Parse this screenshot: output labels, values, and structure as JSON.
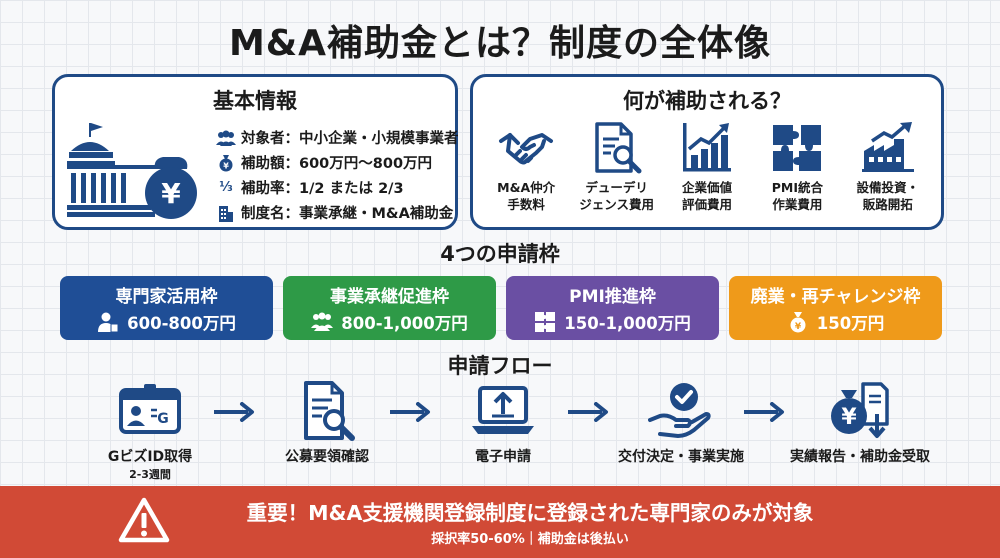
{
  "title": "M&A補助金とは？制度の全体像",
  "basic_info": {
    "heading": "基本情報",
    "items": [
      {
        "icon": "people-icon",
        "text": "対象者：中小企業・小規模事業者"
      },
      {
        "icon": "money-bag-icon",
        "text": "補助額：600万円〜800万円"
      },
      {
        "icon": "fraction-icon",
        "symbol": "⅓",
        "text": "補助率：1/2 または 2/3"
      },
      {
        "icon": "building-icon",
        "text": "制度名：事業承継・M&A補助金"
      }
    ]
  },
  "support": {
    "heading": "何が補助される？",
    "items": [
      {
        "icon": "handshake-icon",
        "label": "M&A仲介\n手数料"
      },
      {
        "icon": "document-search-icon",
        "label": "デューデリ\nジェンス費用"
      },
      {
        "icon": "growth-chart-icon",
        "label": "企業価値\n評価費用"
      },
      {
        "icon": "puzzle-icon",
        "label": "PMI統合\n作業費用"
      },
      {
        "icon": "factory-growth-icon",
        "label": "設備投資・\n販路開拓"
      }
    ]
  },
  "frames": {
    "heading": "4つの申請枠",
    "items": [
      {
        "name": "専門家活用枠",
        "amount": "600-800万円",
        "color": "#1f4e96",
        "icon": "expert-icon"
      },
      {
        "name": "事業承継促進枠",
        "amount": "800-1,000万円",
        "color": "#2e9a47",
        "icon": "group-icon"
      },
      {
        "name": "PMI推進枠",
        "amount": "150-1,000万円",
        "color": "#6a4fa3",
        "icon": "puzzle-icon"
      },
      {
        "name": "廃業・再チャレンジ枠",
        "amount": "150万円",
        "color": "#ef9a1a",
        "icon": "money-bag-icon"
      }
    ]
  },
  "flow": {
    "heading": "申請フロー",
    "steps": [
      {
        "label": "GビズID取得",
        "sub": "2-3週間",
        "icon": "id-card-icon"
      },
      {
        "label": "公募要領確認",
        "icon": "document-search-icon"
      },
      {
        "label": "電子申請",
        "icon": "laptop-upload-icon"
      },
      {
        "label": "交付決定・事業実施",
        "icon": "hand-check-icon"
      },
      {
        "label": "実績報告・補助金受取",
        "icon": "money-receive-icon"
      }
    ]
  },
  "banner": {
    "main": "重要！M&A支援機関登録制度に登録された専門家のみが対象",
    "sub": "採択率50-60%｜補助金は後払い",
    "color": "#d14a36"
  }
}
